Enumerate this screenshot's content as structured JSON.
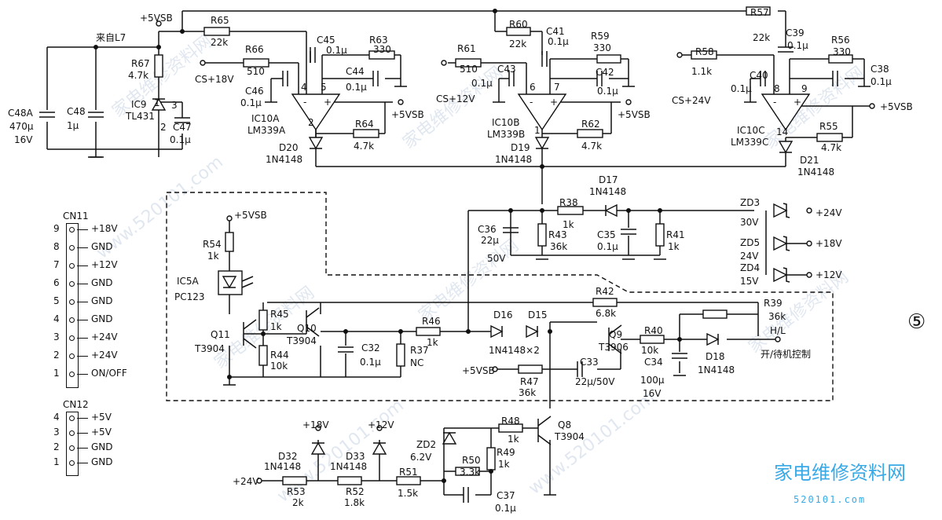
{
  "figure_number": "⑤",
  "watermark": {
    "text_cn": "家电维修资料网",
    "text_url": "www.520101.com"
  },
  "logo": {
    "title": "家电维修资料网",
    "url": "520101.com"
  },
  "mode_control_label": "开/待机控制",
  "from_l7_label": "来自L7",
  "connectors": {
    "cn11": {
      "name": "CN11",
      "pins": [
        {
          "num": "9",
          "label": "+18V"
        },
        {
          "num": "8",
          "label": "GND"
        },
        {
          "num": "7",
          "label": "+12V"
        },
        {
          "num": "6",
          "label": "GND"
        },
        {
          "num": "5",
          "label": "GND"
        },
        {
          "num": "4",
          "label": "GND"
        },
        {
          "num": "3",
          "label": "+24V"
        },
        {
          "num": "2",
          "label": "+24V"
        },
        {
          "num": "1",
          "label": "ON/OFF"
        }
      ]
    },
    "cn12": {
      "name": "CN12",
      "pins": [
        {
          "num": "4",
          "label": "+5V"
        },
        {
          "num": "3",
          "label": "+5V"
        },
        {
          "num": "2",
          "label": "GND"
        },
        {
          "num": "1",
          "label": "GND"
        }
      ]
    }
  },
  "comparators": [
    {
      "ref": "IC10A",
      "part": "LM339A",
      "pin_minus": "4",
      "pin_plus": "5",
      "pin_out": "2",
      "input": "CS+18V"
    },
    {
      "ref": "IC10B",
      "part": "LM339B",
      "pin_minus": "6",
      "pin_plus": "7",
      "pin_out": "1",
      "input": "CS+12V"
    },
    {
      "ref": "IC10C",
      "part": "LM339C",
      "pin_minus": "8",
      "pin_plus": "9",
      "pin_out": "14",
      "input": "CS+24V"
    }
  ],
  "rails": {
    "vsb": "+5VSB",
    "v24": "+24V",
    "v18": "+18V",
    "v12": "+12V"
  },
  "components": {
    "r65": [
      "R65",
      "22k"
    ],
    "r66": [
      "R66",
      "510"
    ],
    "r63": [
      "R63",
      "330"
    ],
    "r67": [
      "R67",
      "4.7k"
    ],
    "r64": [
      "R64",
      "4.7k"
    ],
    "r60": [
      "R60",
      "22k"
    ],
    "r61": [
      "R61",
      "510"
    ],
    "r59": [
      "R59",
      "330"
    ],
    "r62": [
      "R62",
      "4.7k"
    ],
    "r57": [
      "R57",
      "22k"
    ],
    "r58": [
      "R58",
      "1.1k"
    ],
    "r56": [
      "R56",
      "330"
    ],
    "r55": [
      "R55",
      "4.7k"
    ],
    "r38": [
      "R38",
      "1k"
    ],
    "r43": [
      "R43",
      "36k"
    ],
    "r41": [
      "R41",
      "1k"
    ],
    "r42": [
      "R42",
      "6.8k"
    ],
    "r39": [
      "R39",
      "36k"
    ],
    "r54": [
      "R54",
      "1k"
    ],
    "r45": [
      "R45",
      "1k"
    ],
    "r44": [
      "R44",
      "10k"
    ],
    "r46": [
      "R46",
      "1k"
    ],
    "r37": [
      "R37",
      "NC"
    ],
    "r40": [
      "R40",
      "10k"
    ],
    "r47": [
      "R47",
      "36k"
    ],
    "r48": [
      "R48",
      "1k"
    ],
    "r49": [
      "R49",
      "1k"
    ],
    "r50": [
      "R50",
      "3.3k"
    ],
    "r51": [
      "R51",
      "1.5k"
    ],
    "r52": [
      "R52",
      "1.8k"
    ],
    "r53": [
      "R53",
      "2k"
    ],
    "c45": [
      "C45",
      "0.1μ"
    ],
    "c44": [
      "C44",
      "0.1μ"
    ],
    "c46": [
      "C46",
      "0.1μ"
    ],
    "c47": [
      "C47",
      "0.1μ"
    ],
    "c48": [
      "C48",
      "1μ"
    ],
    "c48a": [
      "C48A",
      "470μ",
      "16V"
    ],
    "c41": [
      "C41",
      "0.1μ"
    ],
    "c43": [
      "C43",
      "0.1μ"
    ],
    "c42": [
      "C42",
      "0.1μ"
    ],
    "c39": [
      "C39",
      "0.1μ"
    ],
    "c40": [
      "C40",
      "0.1μ"
    ],
    "c38": [
      "C38",
      "0.1μ"
    ],
    "c36": [
      "C36",
      "22μ",
      "50V"
    ],
    "c35": [
      "C35",
      "0.1μ"
    ],
    "c32": [
      "C32",
      "0.1μ"
    ],
    "c33": [
      "C33",
      "22μ/50V"
    ],
    "c34": [
      "C34",
      "100μ",
      "16V"
    ],
    "c37": [
      "C37",
      "0.1μ"
    ],
    "d20": [
      "D20",
      "1N4148"
    ],
    "d19": [
      "D19",
      "1N4148"
    ],
    "d21": [
      "D21",
      "1N4148"
    ],
    "d17": [
      "D17",
      "1N4148"
    ],
    "d16": [
      "D16",
      "D15"
    ],
    "d1615": "1N4148×2",
    "d18": [
      "D18",
      "1N4148"
    ],
    "d32": [
      "D32",
      "1N4148"
    ],
    "d33": [
      "D33",
      "1N4148"
    ],
    "zd3": [
      "ZD3",
      "30V"
    ],
    "zd5": [
      "ZD5",
      "24V"
    ],
    "zd4": [
      "ZD4",
      "15V"
    ],
    "zd2": [
      "ZD2",
      "6.2V"
    ],
    "ic9": [
      "IC9",
      "TL431"
    ],
    "ic5a": [
      "IC5A",
      "PC123"
    ],
    "q11": [
      "Q11",
      "T3904"
    ],
    "q10": [
      "Q10",
      "T3904"
    ],
    "q9": [
      "Q9",
      "T3906"
    ],
    "q8": [
      "Q8",
      "T3904"
    ],
    "hl": "H/L"
  }
}
